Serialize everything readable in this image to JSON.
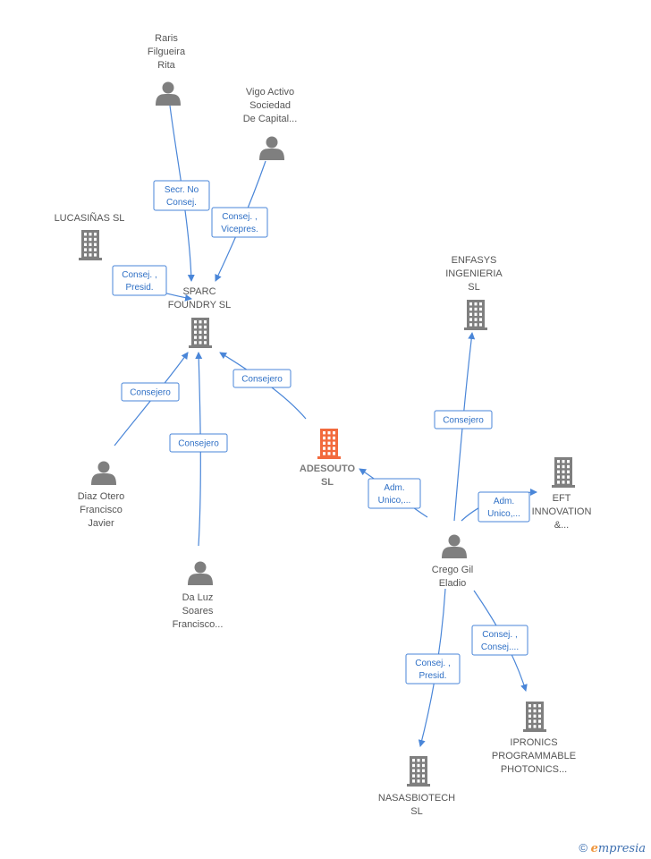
{
  "nodes": [
    {
      "id": "raris",
      "kind": "person",
      "lines": [
        "Raris",
        "Filgueira",
        "Rita"
      ]
    },
    {
      "id": "vigo",
      "kind": "person",
      "lines": [
        "Vigo Activo",
        "Sociedad",
        "De Capital..."
      ]
    },
    {
      "id": "lucasinas",
      "kind": "company",
      "lines": [
        "LUCASIÑAS SL"
      ]
    },
    {
      "id": "sparc",
      "kind": "company",
      "lines": [
        "SPARC",
        "FOUNDRY SL"
      ]
    },
    {
      "id": "enfasys",
      "kind": "company",
      "lines": [
        "ENFASYS",
        "INGENIERIA",
        "SL"
      ]
    },
    {
      "id": "adesouto",
      "kind": "company-main",
      "lines": [
        "ADESOUTO",
        "SL"
      ]
    },
    {
      "id": "eft",
      "kind": "company",
      "lines": [
        "EFT",
        "INNOVATION",
        "&..."
      ]
    },
    {
      "id": "diaz",
      "kind": "person",
      "lines": [
        "Diaz Otero",
        "Francisco",
        "Javier"
      ]
    },
    {
      "id": "crego",
      "kind": "person",
      "lines": [
        "Crego Gil",
        "Eladio"
      ]
    },
    {
      "id": "daluz",
      "kind": "person",
      "lines": [
        "Da Luz",
        "Soares",
        "Francisco..."
      ]
    },
    {
      "id": "ipronics",
      "kind": "company",
      "lines": [
        "IPRONICS",
        "PROGRAMMABLE",
        "PHOTONICS..."
      ]
    },
    {
      "id": "nasasbiotech",
      "kind": "company",
      "lines": [
        "NASASBIOTECH",
        "SL"
      ]
    }
  ],
  "edges": [
    {
      "id": "raris-sparc",
      "from": "raris",
      "to": "sparc",
      "label": [
        "Secr. No",
        "Consej."
      ]
    },
    {
      "id": "vigo-sparc",
      "from": "vigo",
      "to": "sparc",
      "label": [
        "Consej. ,",
        "Vicepres."
      ]
    },
    {
      "id": "lucasinas-sparc",
      "from": "lucasinas",
      "to": "sparc",
      "label": [
        "Consej. ,",
        "Presid."
      ]
    },
    {
      "id": "diaz-sparc",
      "from": "diaz",
      "to": "sparc",
      "label": [
        "Consejero"
      ]
    },
    {
      "id": "daluz-sparc",
      "from": "daluz",
      "to": "sparc",
      "label": [
        "Consejero"
      ]
    },
    {
      "id": "adesouto-sparc",
      "from": "adesouto",
      "to": "sparc",
      "label": [
        "Consejero"
      ]
    },
    {
      "id": "crego-enfasys",
      "from": "crego",
      "to": "enfasys",
      "label": [
        "Consejero"
      ]
    },
    {
      "id": "crego-adesouto",
      "from": "crego",
      "to": "adesouto",
      "label": [
        "Adm.",
        "Unico,..."
      ]
    },
    {
      "id": "crego-eft",
      "from": "crego",
      "to": "eft",
      "label": [
        "Adm.",
        "Unico,..."
      ]
    },
    {
      "id": "crego-nasasbiotech",
      "from": "crego",
      "to": "nasasbiotech",
      "label": [
        "Consej. ,",
        "Presid."
      ]
    },
    {
      "id": "crego-ipronics",
      "from": "crego",
      "to": "ipronics",
      "label": [
        "Consej. ,",
        "Consej...."
      ]
    }
  ],
  "footer": {
    "copyright": "©",
    "brand_initial": "e",
    "brand_rest": "mpresia"
  },
  "colors": {
    "edge": "#4a86d8",
    "node": "#7f7f7f",
    "main": "#f26a3d"
  }
}
